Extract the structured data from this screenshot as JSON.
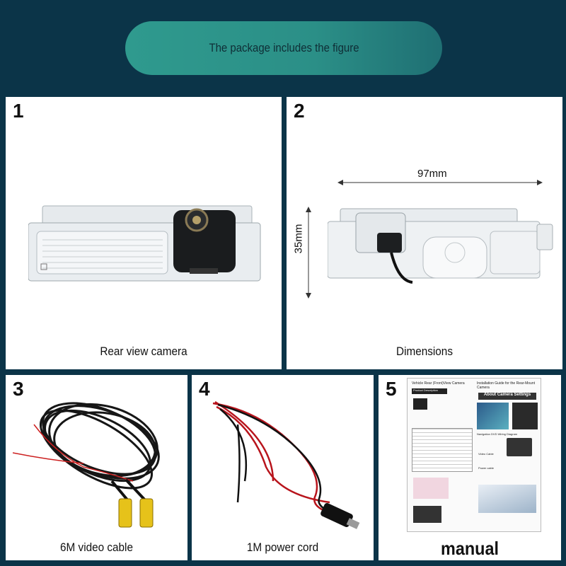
{
  "header": {
    "title": "The package includes the figure"
  },
  "panels": [
    {
      "number": "1",
      "caption": "Rear view camera"
    },
    {
      "number": "2",
      "caption": "Dimensions",
      "width_label": "97mm",
      "height_label": "35mm"
    },
    {
      "number": "3",
      "caption": "6M video cable"
    },
    {
      "number": "4",
      "caption": "1M power cord"
    },
    {
      "number": "5",
      "caption": "manual",
      "manual": {
        "left_title": "Vehicle Rear (Front)View Camera",
        "right_title": "Installation Guide for the Rear-Mount Camera",
        "settings_title": "About Camera Settings",
        "section_label": "Product Description",
        "wiring_label": "Navigation DVD Wiring Diagram",
        "video_label": "Video Cable",
        "power_label": "Power cable"
      }
    }
  ],
  "colors": {
    "background": "#0b3448",
    "accent": "#2f9a8e",
    "panel": "#ffffff"
  }
}
